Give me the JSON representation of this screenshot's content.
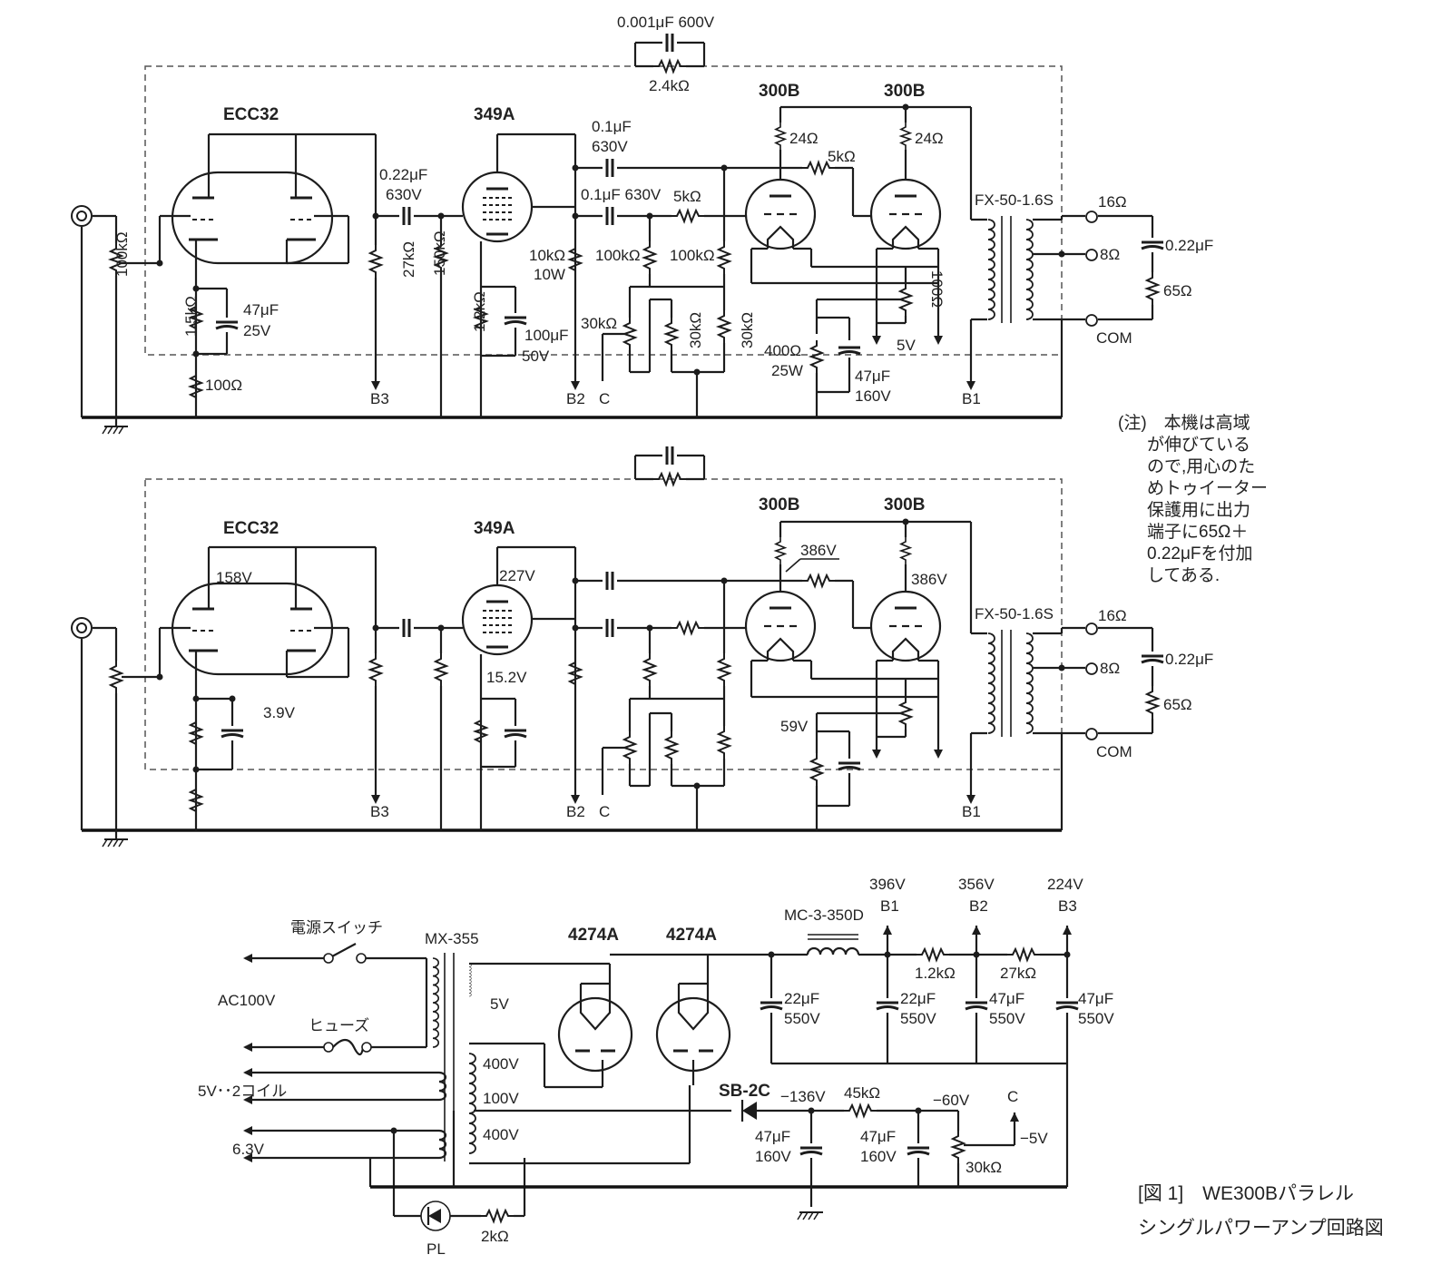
{
  "top": {
    "feedback_cap": "0.001μF 600V",
    "feedback_res": "2.4kΩ",
    "ecc32": "ECC32",
    "t349a": "349A",
    "t300b_1": "300B",
    "t300b_2": "300B",
    "vol": "100kΩ",
    "cath_r": "1.5kΩ",
    "cath_c1": "47μF",
    "cath_c2": "25V",
    "r100": "100Ω",
    "cc1": "0.22μF",
    "cc2": "630V",
    "r27k": "27kΩ",
    "r150k": "150kΩ",
    "r12k": "1.2kΩ",
    "c100_1": "100μF",
    "c100_2": "50V",
    "r10k_1": "10kΩ",
    "r10k_2": "10W",
    "c01a_1": "0.1μF",
    "c01a_2": "630V",
    "c01b": "0.1μF 630V",
    "r5k_a": "5kΩ",
    "r100k_a": "100kΩ",
    "r100k_b": "100kΩ",
    "r30k_pot": "30kΩ",
    "r30k_a": "30kΩ",
    "r30k_b": "30kΩ",
    "r24_a": "24Ω",
    "r24_b": "24Ω",
    "r5k_b": "5kΩ",
    "r100_hum": "100Ω",
    "v5": "5V",
    "r400_1": "400Ω",
    "r400_2": "25W",
    "c47_1": "47μF",
    "c47_2": "160V",
    "xfmr": "FX-50-1.6S",
    "t16": "16Ω",
    "t8": "8Ω",
    "tcom": "COM",
    "c022": "0.22μF",
    "r65": "65Ω",
    "b3": "B3",
    "b2": "B2",
    "b1": "B1",
    "c": "C"
  },
  "mid": {
    "ecc32": "ECC32",
    "t349a": "349A",
    "t300b_1": "300B",
    "t300b_2": "300B",
    "v158": "158V",
    "v227": "227V",
    "v386a": "386V",
    "v386b": "386V",
    "v152": "15.2V",
    "v39": "3.9V",
    "v59": "59V",
    "xfmr": "FX-50-1.6S",
    "t16": "16Ω",
    "t8": "8Ω",
    "tcom": "COM",
    "c022": "0.22μF",
    "r65": "65Ω",
    "b3": "B3",
    "b2": "B2",
    "b1": "B1",
    "c": "C"
  },
  "note": [
    "(注)　本機は高域",
    "が伸びている",
    "ので,用心のた",
    "めトゥイーター",
    "保護用に出力",
    "端子に65Ω＋",
    "0.22μFを付加",
    "してある."
  ],
  "psu": {
    "switch": "電源スイッチ",
    "ac": "AC100V",
    "fuse": "ヒューズ",
    "coil": "5V･･2コイル",
    "v63": "6.3V",
    "mx": "MX-355",
    "v5": "5V",
    "v400a": "400V",
    "v100": "100V",
    "v400b": "400V",
    "rect1": "4274A",
    "rect2": "4274A",
    "choke": "MC-3-350D",
    "v396": "396V",
    "v356": "356V",
    "v224": "224V",
    "b1": "B1",
    "b2": "B2",
    "b3": "B3",
    "c": "C",
    "c22a_1": "22μF",
    "c22a_2": "550V",
    "c22b_1": "22μF",
    "c22b_2": "550V",
    "c47a_1": "47μF",
    "c47a_2": "550V",
    "c47b_1": "47μF",
    "c47b_2": "550V",
    "r12k": "1.2kΩ",
    "r27k": "27kΩ",
    "sb2c": "SB-2C",
    "vm136": "−136V",
    "r45k": "45kΩ",
    "vm60": "−60V",
    "vm5": "−5V",
    "c47c_1": "47μF",
    "c47c_2": "160V",
    "c47d_1": "47μF",
    "c47d_2": "160V",
    "r30k": "30kΩ",
    "pl": "PL",
    "r2k": "2kΩ"
  },
  "caption": [
    "[図 1]　WE300Bパラレル",
    "シングルパワーアンプ回路図"
  ]
}
